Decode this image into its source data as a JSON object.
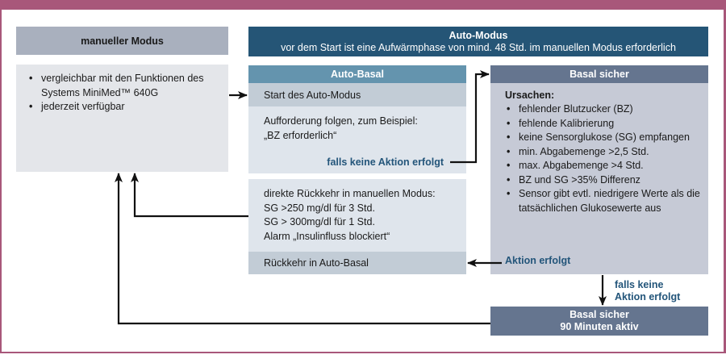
{
  "manual_mode": {
    "title": "manueller Modus",
    "items": [
      "vergleichbar mit den Funktionen des Systems MiniMed™ 640G",
      "jederzeit verfügbar"
    ]
  },
  "auto_mode": {
    "title": "Auto-Modus",
    "subtitle": "vor dem Start ist eine Aufwärmphase von mind. 48 Std. im manuellen Modus erforderlich"
  },
  "auto_basal": {
    "title": "Auto-Basal",
    "start_row": "Start des Auto-Modus",
    "prompt_line1": "Aufforderung folgen, zum Beispiel:",
    "prompt_line2": "„BZ erforderlich“",
    "no_action_label": "falls keine Aktion erfolgt"
  },
  "return_box": {
    "lines": [
      "direkte Rückkehr in manuellen Modus:",
      "SG >250 mg/dl für 3 Std.",
      "SG > 300mg/dl für 1 Std.",
      "Alarm „Insulinfluss blockiert“"
    ],
    "return_row": "Rückkehr in Auto-Basal"
  },
  "safe_basal": {
    "title": "Basal sicher",
    "causes_label": "Ursachen:",
    "causes": [
      "fehlender Blutzucker (BZ)",
      "fehlende Kalibrierung",
      "keine Sensorglukose (SG) empfangen",
      "min. Abgabemenge >2,5 Std.",
      "max. Abgabemenge >4 Std.",
      "BZ und SG >35% Differenz",
      "Sensor gibt evtl. niedrigere Werte als die tatsächlichen Glukosewerte aus"
    ],
    "action_label": "Aktion erfolgt"
  },
  "no_action_down": {
    "line1": "falls keine",
    "line2": "Aktion erfolgt"
  },
  "safe_basal_active": {
    "line1": "Basal sicher",
    "line2": "90 Minuten aktiv"
  },
  "colors": {
    "frame": "#a8577a",
    "auto_mode_header": "#255576",
    "auto_basal_header": "#6494ae",
    "safe_basal_header": "#65758f",
    "label_blue": "#23557a"
  }
}
